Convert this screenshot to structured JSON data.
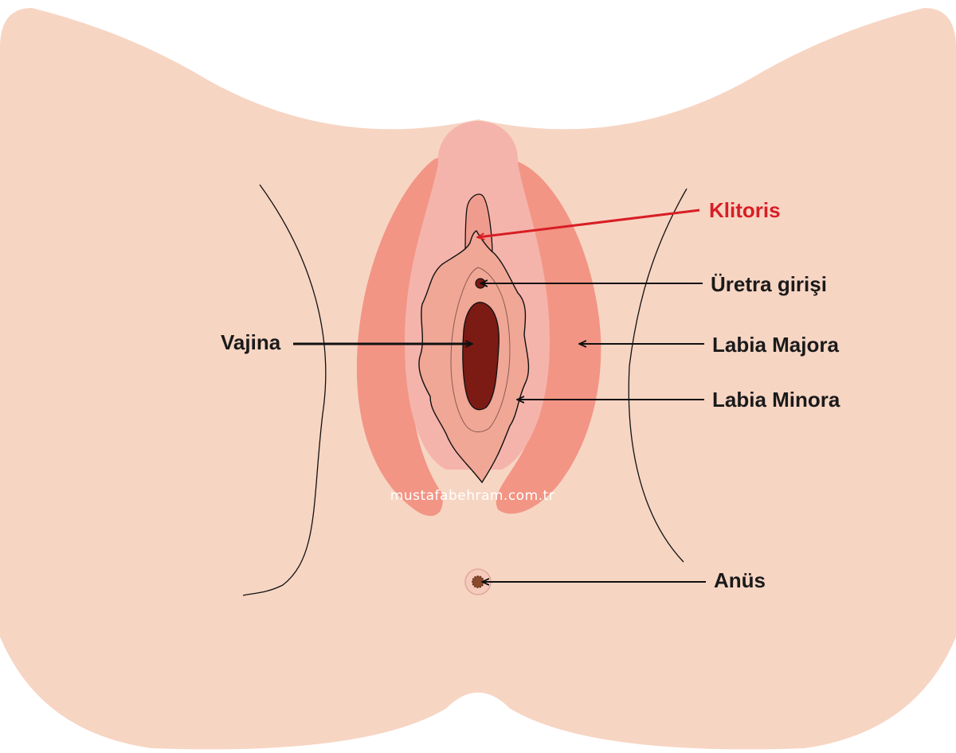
{
  "labels": {
    "clitoris": "Klitoris",
    "urethra": "Üretra girişi",
    "vagina": "Vajina",
    "labia_majora": "Labia Majora",
    "labia_minora": "Labia Minora",
    "anus": "Anüs"
  },
  "watermark": "mustafabehram.com.tr",
  "colors": {
    "skin": "#f7d5c3",
    "labia_majora": "#f29585",
    "inner_area": "#f5b4ab",
    "labia_minora": "#f0a796",
    "vaginal_opening": "#7c1a14",
    "highlight_label": "#d81e25",
    "leader_line": "#111111"
  }
}
